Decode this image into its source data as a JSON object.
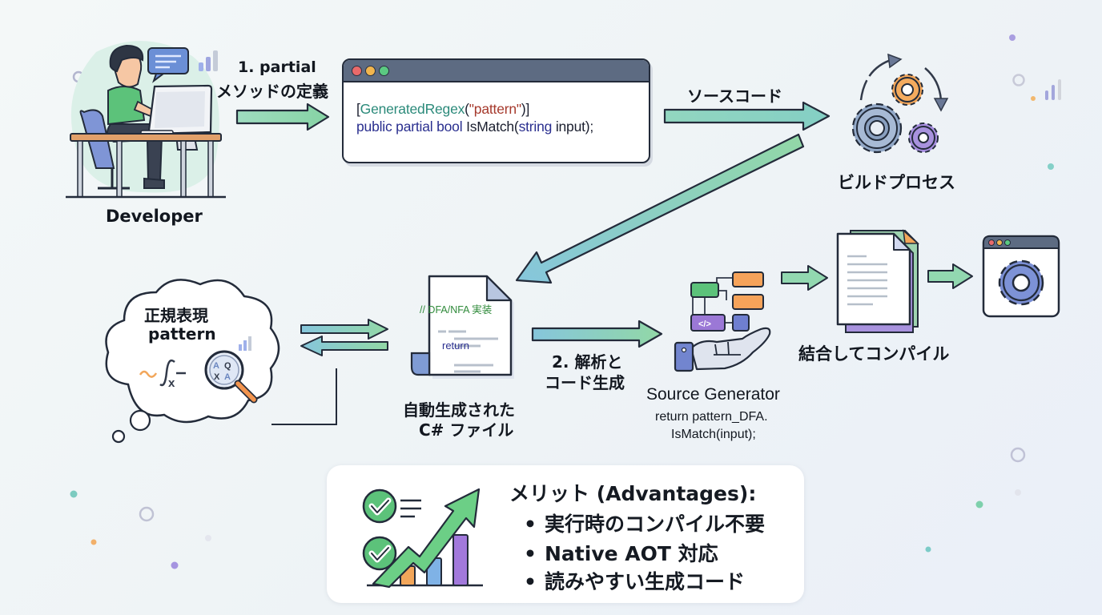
{
  "developer": {
    "label": "Developer"
  },
  "step1": {
    "line1": "1. partial",
    "line2": "メソッドの定義"
  },
  "code_window": {
    "line1": {
      "open": "[",
      "attr": "GeneratedRegex",
      "paren_open": "(",
      "string": "\"pattern\"",
      "close": ")]"
    },
    "line2": {
      "kw": "public partial bool",
      "method": " IsMatch(",
      "type": "string",
      "rest": " input);"
    }
  },
  "source_code_label": "ソースコード",
  "build": {
    "label": "ビルドプロセス"
  },
  "regex_cloud": {
    "line1": "正規表現",
    "line2": "pattern"
  },
  "generated_file": {
    "comment": "// DFA/NFA 実装",
    "keyword": "return",
    "label_line1": "自動生成された",
    "label_line2": "C# ファイル"
  },
  "step2": {
    "line1": "2. 解析と",
    "line2": "コード生成"
  },
  "source_generator": {
    "title": "Source Generator",
    "code_line1": "return pattern_DFA.",
    "code_line2": "IsMatch(input);",
    "tag": "</>"
  },
  "compile": {
    "label": "結合してコンパイル"
  },
  "advantages": {
    "title": "メリット (Advantages):",
    "items": [
      "実行時のコンパイル不要",
      "Native AOT 対応",
      "読みやすい生成コード"
    ]
  },
  "colors": {
    "outline": "#232b3a",
    "arrow_green": "#8fd4ad",
    "arrow_teal": "#84c6d6",
    "accent_orange": "#f2a65a",
    "accent_purple": "#9c86d8",
    "accent_blue": "#6f87c9"
  }
}
